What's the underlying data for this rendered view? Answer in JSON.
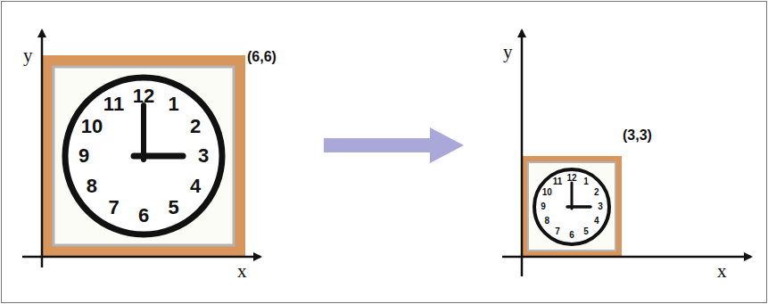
{
  "diagram": {
    "labels": [
      "y",
      "x",
      "(6,6)",
      "12",
      "1",
      "2",
      "3",
      "4",
      "5",
      "6",
      "7",
      "8",
      "9",
      "10",
      "11",
      "y",
      "x",
      "(3,3)",
      "12",
      "1",
      "2",
      "3",
      "4",
      "5",
      "6",
      "7",
      "8",
      "9",
      "10",
      "11"
    ]
  }
}
